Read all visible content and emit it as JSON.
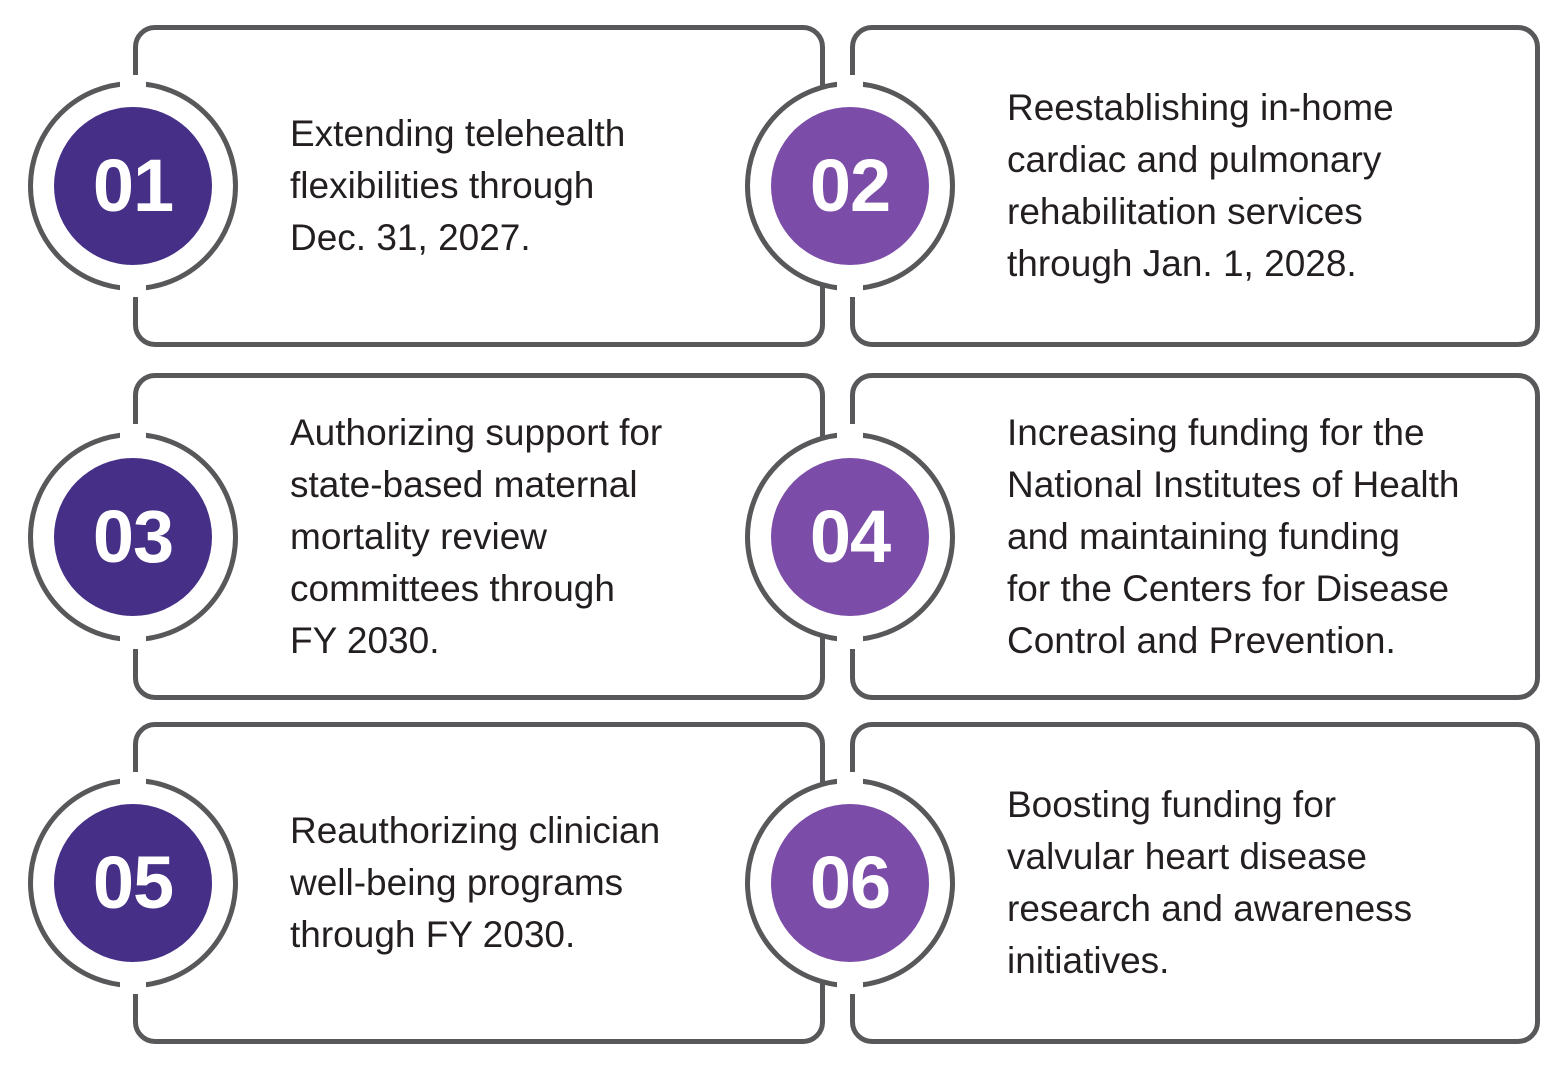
{
  "theme": {
    "background": "#ffffff",
    "border_color": "#58585B",
    "text_color": "#231F20",
    "badge_dark_purple": "#452F87",
    "badge_light_purple": "#7C4DA8",
    "badge_number_color": "#ffffff"
  },
  "layout": {
    "columns": 2,
    "rows": 3,
    "total_items": 6
  },
  "items": [
    {
      "number": "01",
      "text": "Extending telehealth\nflexibilities through\nDec. 31, 2027.",
      "color": "#452F87",
      "column": "left",
      "row": 1
    },
    {
      "number": "02",
      "text": "Reestablishing in-home\ncardiac and pulmonary\nrehabilitation services\nthrough Jan. 1, 2028.",
      "color": "#7C4DA8",
      "column": "right",
      "row": 1
    },
    {
      "number": "03",
      "text": "Authorizing support for\nstate-based maternal\nmortality review\ncommittees through\nFY 2030.",
      "color": "#452F87",
      "column": "left",
      "row": 2
    },
    {
      "number": "04",
      "text": "Increasing funding for the\nNational Institutes of Health\nand maintaining funding\nfor the Centers for Disease\nControl and Prevention.",
      "color": "#7C4DA8",
      "column": "right",
      "row": 2
    },
    {
      "number": "05",
      "text": "Reauthorizing clinician\nwell-being programs\nthrough FY 2030.",
      "color": "#452F87",
      "column": "left",
      "row": 3
    },
    {
      "number": "06",
      "text": "Boosting funding for\nvalvular heart disease\nresearch and awareness\ninitiatives.",
      "color": "#7C4DA8",
      "column": "right",
      "row": 3
    }
  ]
}
